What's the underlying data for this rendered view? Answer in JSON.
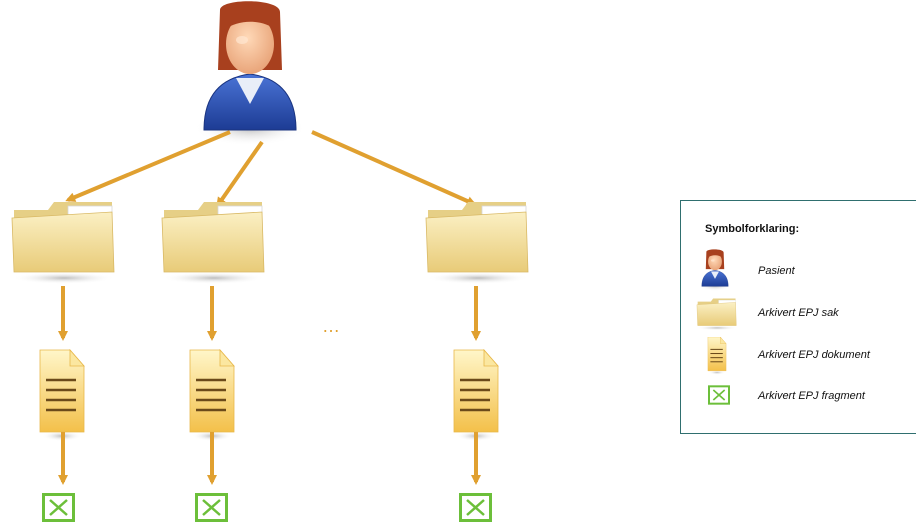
{
  "ellipsis": "…",
  "legend": {
    "title": "Symbolforklaring:",
    "items": [
      {
        "icon": "person-icon",
        "label": "Pasient"
      },
      {
        "icon": "folder-icon",
        "label": "Arkivert EPJ sak"
      },
      {
        "icon": "document-icon",
        "label": "Arkivert EPJ dokument"
      },
      {
        "icon": "fragment-box-icon",
        "label": "Arkivert EPJ fragment"
      }
    ]
  },
  "colors": {
    "arrow": "#e0a030",
    "folder": "#f3dc8a",
    "document": "#f8d870",
    "fragment": "#6cbf3a",
    "person_suit": "#2f56b8",
    "hair": "#a8401e",
    "legend_border": "#2f6f6f"
  }
}
